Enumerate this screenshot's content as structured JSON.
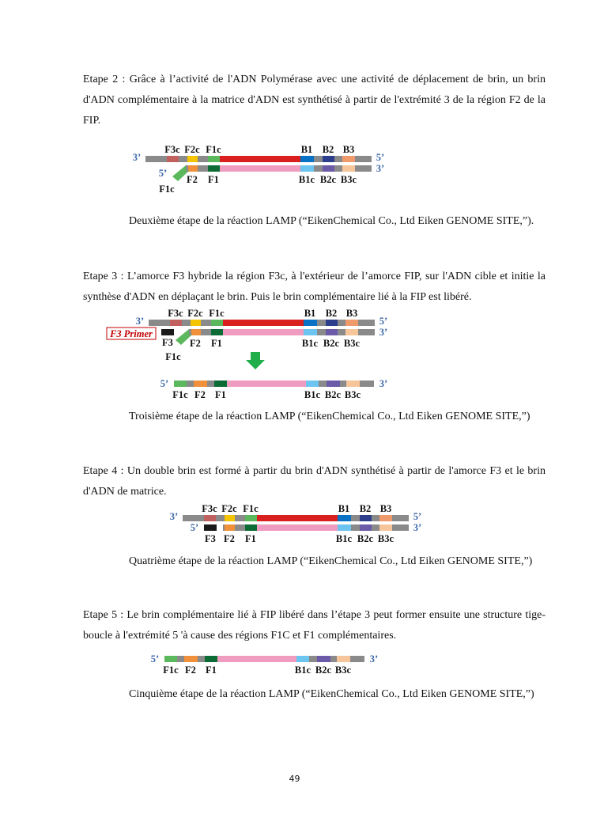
{
  "paragraphs": [
    "Etape 2 : Grâce à l’activité de l'ADN Polymérase avec une activité de déplacement de brin, un brin d'ADN complémentaire à la matrice d'ADN est synthétisé à partir de l'extrémité 3 de la région F2 de la FIP.",
    "Deuxième étape de la réaction LAMP (“EikenChemical Co., Ltd Eiken GENOME SITE,”).",
    "Etape 3 : L’amorce F3 hybride la région F3c, à l'extérieur de l’amorce FIP, sur l'ADN cible et initie la synthèse d'ADN en déplaçant le brin. Puis le brin complémentaire lié à la FIP est libéré.",
    "Troisième étape de la réaction LAMP (“EikenChemical Co., Ltd Eiken GENOME SITE,”)",
    "Etape 4 : Un double brin est formé à partir du brin d'ADN synthétisé à partir de l'amorce F3 et le brin d'ADN de matrice.",
    "Quatrième étape de la réaction LAMP (“EikenChemical Co., Ltd Eiken GENOME SITE,”)",
    "Etape 5 : Le brin complémentaire lié à FIP libéré dans l’étape 3 peut former ensuite une structure tige-boucle à l'extrémité 5 'à cause des régions F1C et F1 complémentaires.",
    "Cinquième étape de la réaction LAMP (“EikenChemical Co., Ltd Eiken GENOME SITE,”)"
  ],
  "page_number": "49",
  "diagram_labels": {
    "top": [
      "F3c",
      "F2c",
      "F1c",
      "B1",
      "B2",
      "B3"
    ],
    "bottom": [
      "F2",
      "F1",
      "B1c",
      "B2c",
      "B3c"
    ],
    "single": [
      "F1c",
      "F2",
      "F1",
      "B1c",
      "B2c",
      "B3c"
    ],
    "tail": "F1c",
    "f3": "F3",
    "primer": "F3 Primer",
    "end3": "3’",
    "end5": "5’"
  },
  "colors": {
    "gray": "#8a8a8a",
    "F3c": "#c0605f",
    "F2c": "#f5c400",
    "F1c": "#5cb85c",
    "red": "#d9201f",
    "B1": "#0a72c4",
    "B2": "#2c3e8c",
    "B3": "#ef9a6a",
    "F2": "#f0903a",
    "F1": "#0d6b35",
    "pink": "#f09cc0",
    "B1c": "#6cc4f0",
    "B2c": "#6a5aa8",
    "B3c": "#f7c59a",
    "end": "#3a66a8",
    "arrow": "#1fae4a",
    "primer": "#c00000"
  }
}
